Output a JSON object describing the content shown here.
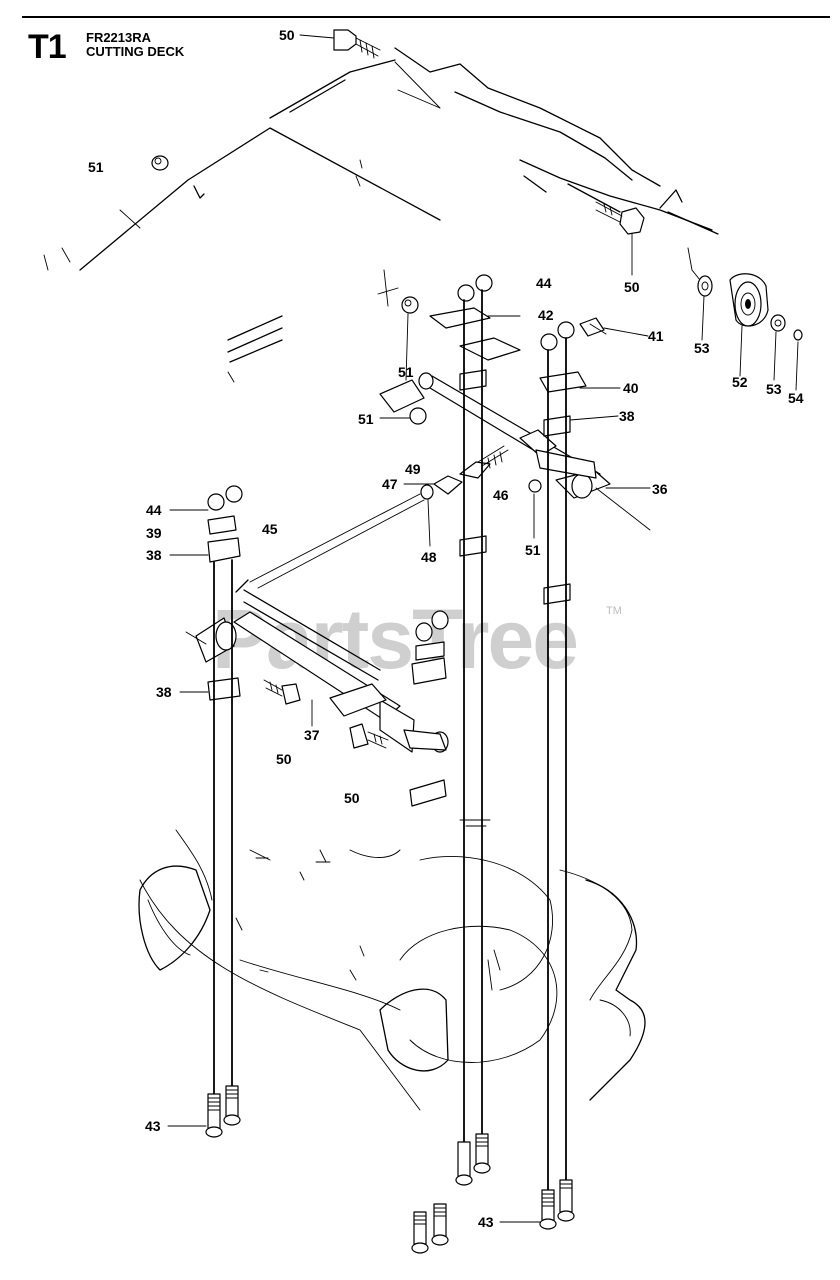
{
  "header": {
    "section_code": "T1",
    "model": "FR2213RA",
    "title": "CUTTING DECK"
  },
  "watermark": {
    "text": "PartsTree",
    "tm": "TM"
  },
  "callouts": [
    "50",
    "51",
    "50",
    "44",
    "42",
    "41",
    "40",
    "38",
    "51",
    "51",
    "49",
    "47",
    "46",
    "36",
    "44",
    "39",
    "45",
    "38",
    "48",
    "51",
    "38",
    "37",
    "50",
    "50",
    "53",
    "52",
    "53",
    "54",
    "43",
    "43"
  ]
}
